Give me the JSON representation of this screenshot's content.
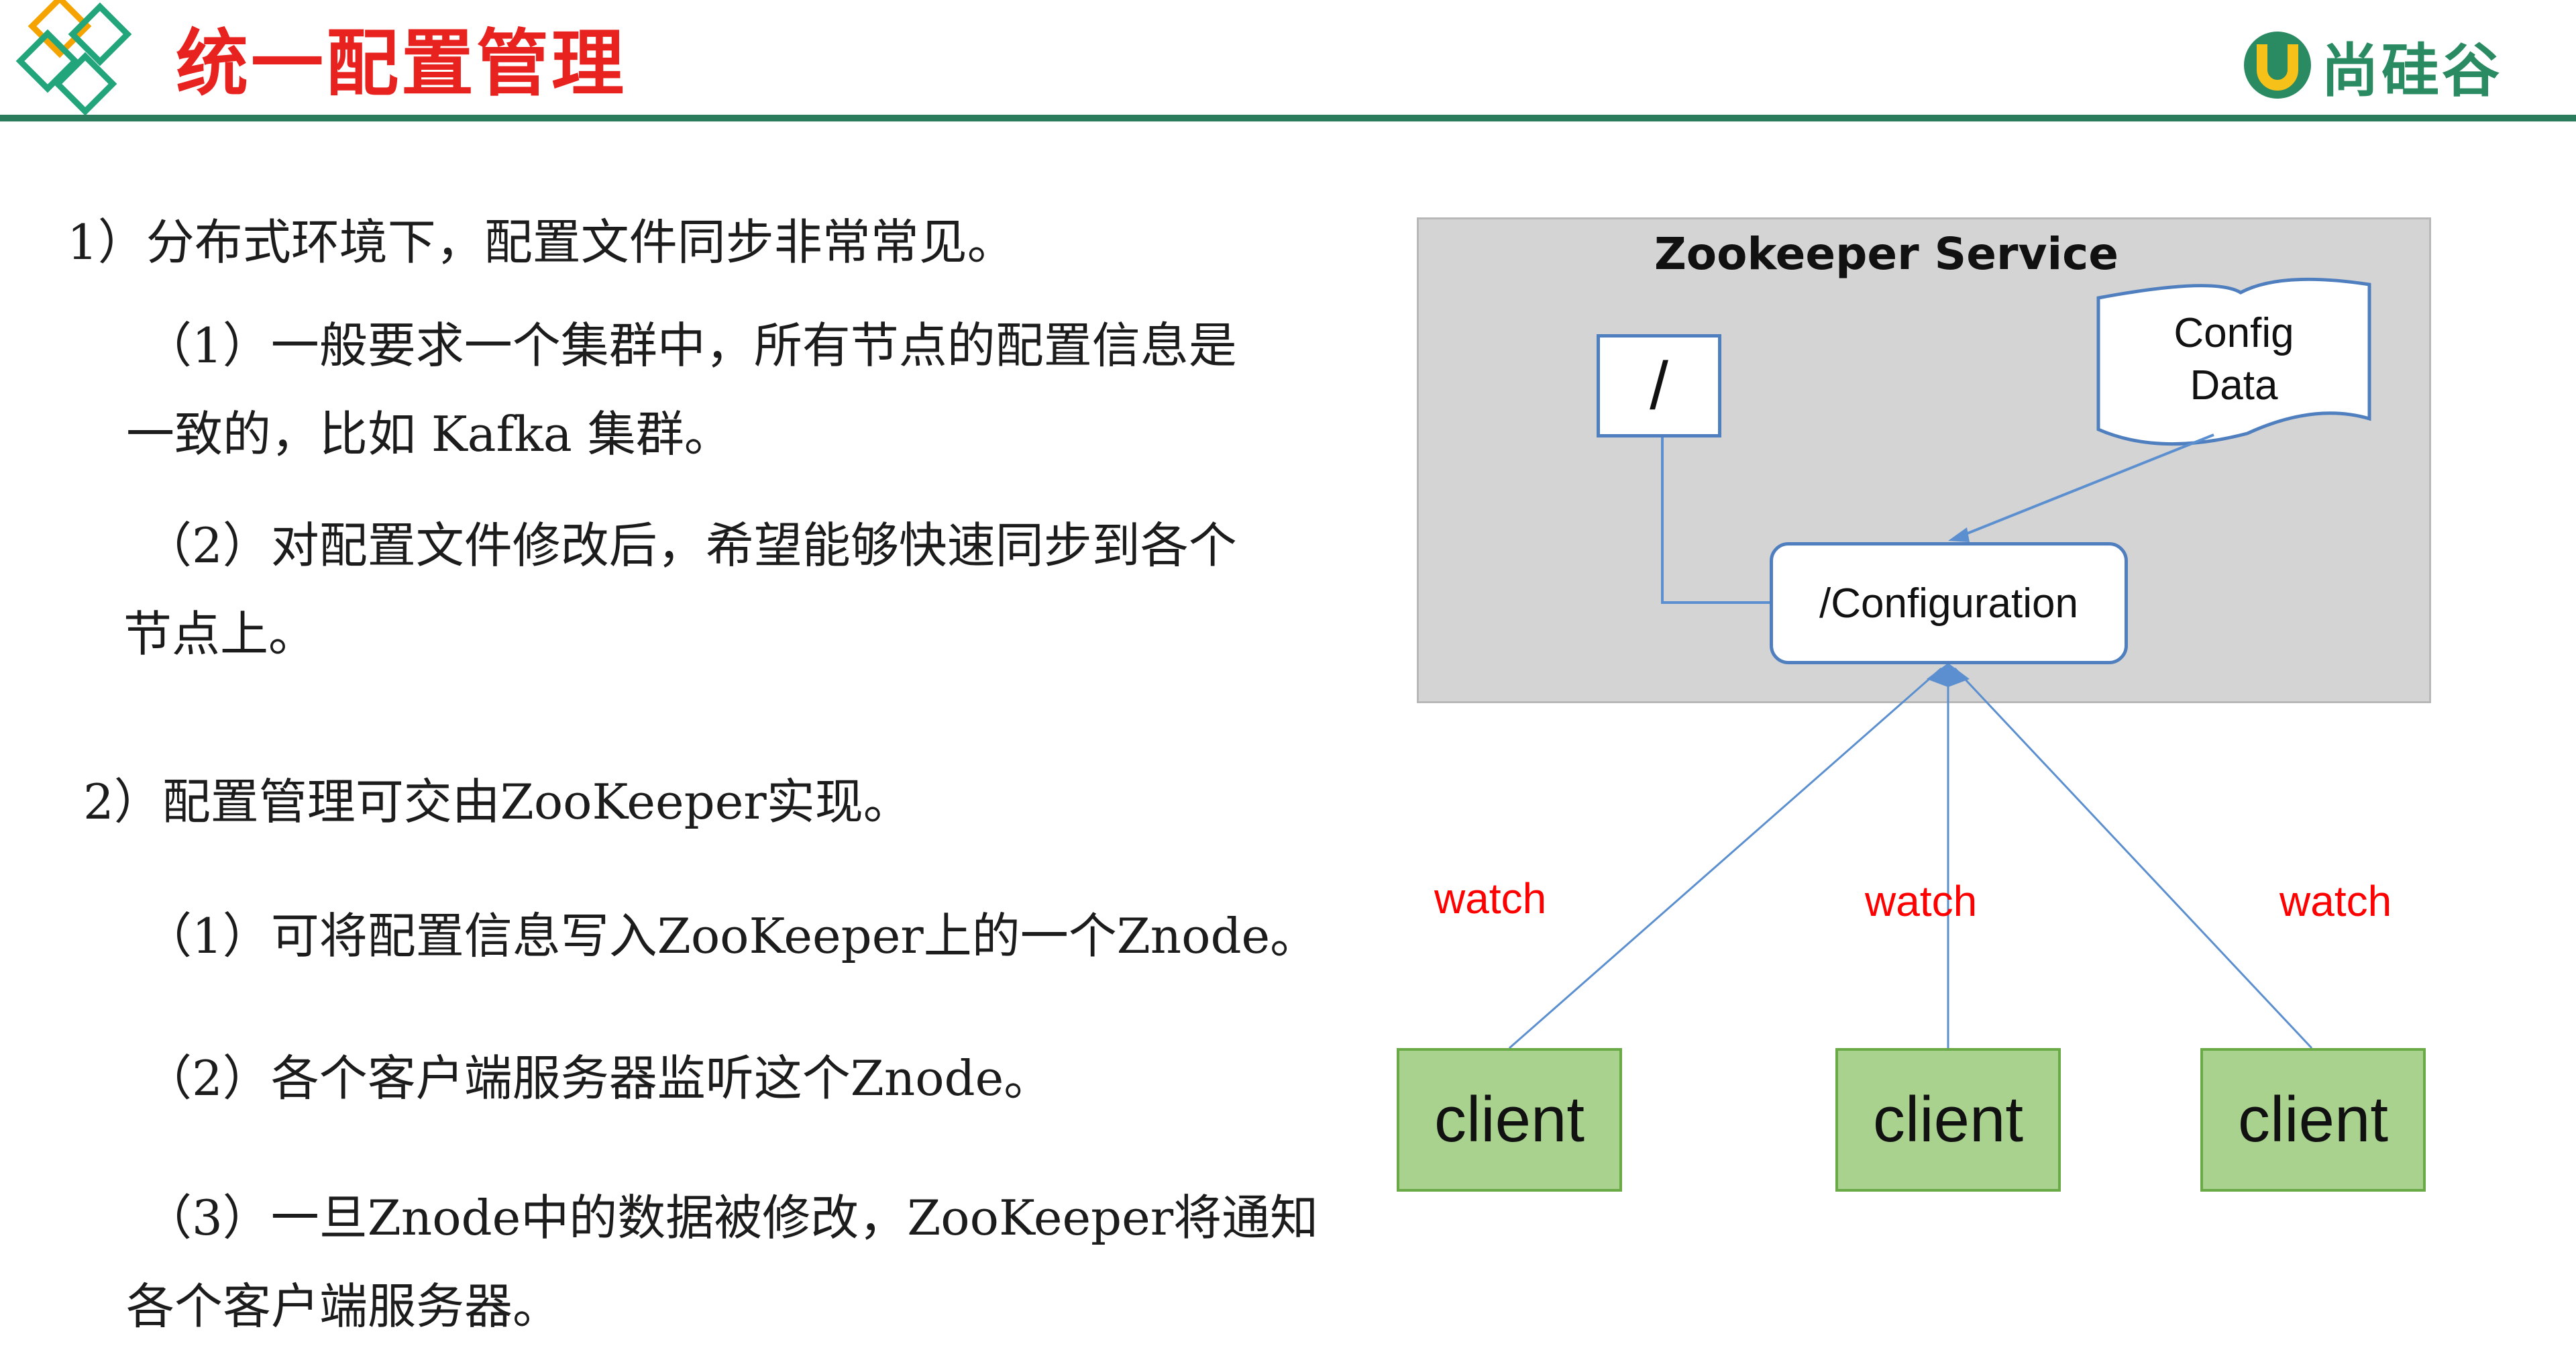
{
  "header": {
    "title": "统一配置管理",
    "brand": "尚硅谷"
  },
  "content": {
    "section1": {
      "heading": "1）分布式环境下，配置文件同步非常常见。",
      "item1_line1": "（1）一般要求一个集群中，所有节点的配置信息是",
      "item1_line2": "一致的，比如 Kafka 集群。",
      "item2_line1": "（2）对配置文件修改后，希望能够快速同步到各个",
      "item2_line2": "节点上。"
    },
    "section2": {
      "heading": "2）配置管理可交由ZooKeeper实现。",
      "item1": "（1）可将配置信息写入ZooKeeper上的一个Znode。",
      "item2": "（2）各个客户端服务器监听这个Znode。",
      "item3_line1": "（3）一旦Znode中的数据被修改，ZooKeeper将通知",
      "item3_line2": "各个客户端服务器。"
    }
  },
  "diagram": {
    "service_title": "Zookeeper Service",
    "root_node": "/",
    "config_node": "/Configuration",
    "config_data_line1": "Config",
    "config_data_line2": "Data",
    "clients": [
      "client",
      "client",
      "client"
    ],
    "watch_labels": [
      "watch",
      "watch",
      "watch"
    ],
    "colors": {
      "service_bg": "#d4d4d4",
      "node_border": "#4f7fbf",
      "client_fill": "#a9d28f",
      "client_border": "#6aaa46",
      "watch_text": "#ff0000",
      "title_red": "#e8231f",
      "header_rule": "#2b7c5d"
    }
  }
}
